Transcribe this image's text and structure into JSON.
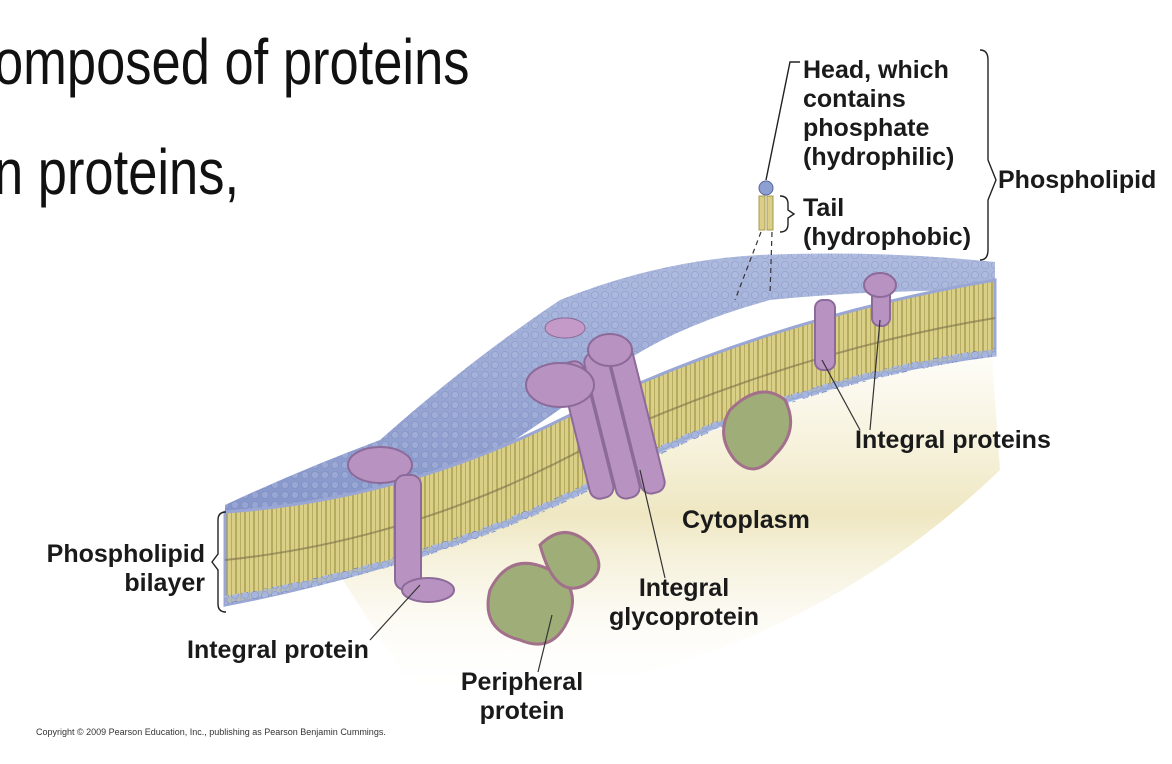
{
  "slide": {
    "line1": "omposed of proteins",
    "line2": "n proteins,"
  },
  "labels": {
    "head": [
      "Head, which",
      "contains",
      "phosphate",
      "(hydrophilic)"
    ],
    "tail": [
      "Tail",
      "(hydrophobic)"
    ],
    "phospholipid": "Phospholipid",
    "integral_proteins": "Integral proteins",
    "cytoplasm": "Cytoplasm",
    "phospholipid_bilayer": [
      "Phospholipid",
      "bilayer"
    ],
    "integral_glycoprotein": [
      "Integral",
      "glycoprotein"
    ],
    "integral_protein": "Integral protein",
    "peripheral_protein": [
      "Peripheral",
      "protein"
    ]
  },
  "copyright": "Copyright © 2009 Pearson Education, Inc., publishing as Pearson Benjamin Cummings.",
  "colors": {
    "membrane_surface": "#8e9fcf",
    "lipid_tails": "#d9cf86",
    "protein": "#b893c2",
    "peripheral_protein": "#9fae78",
    "cytoplasm_shadow": "#efe8c6"
  }
}
